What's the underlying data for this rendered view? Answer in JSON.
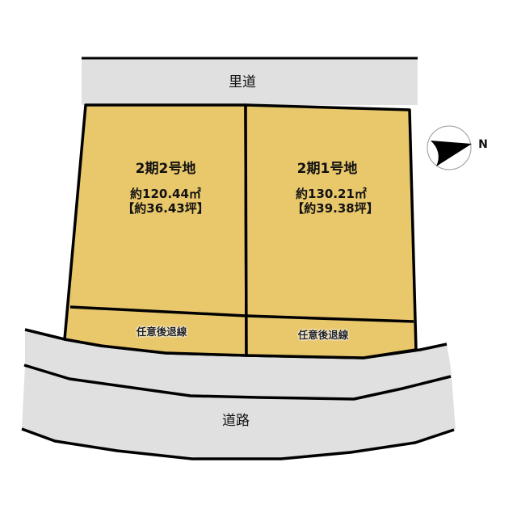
{
  "map": {
    "roads": {
      "back_road": {
        "label": "里道"
      },
      "main_road": {
        "label": "道路"
      }
    },
    "lots": [
      {
        "id": "lot-2-2",
        "title": "2期2号地",
        "area_sqm": "約120.44㎡",
        "area_tsubo": "【約36.43坪】",
        "setback_label": "任意後退線"
      },
      {
        "id": "lot-2-1",
        "title": "2期1号地",
        "area_sqm": "約130.21㎡",
        "area_tsubo": "【約39.38坪】",
        "setback_label": "任意後退線"
      }
    ],
    "north_arrow": {
      "label": "N"
    },
    "colors": {
      "lot_fill": "#E9C86C",
      "road_fill": "#E0E0E0",
      "outline": "#000000",
      "background": "#FFFFFF"
    }
  }
}
